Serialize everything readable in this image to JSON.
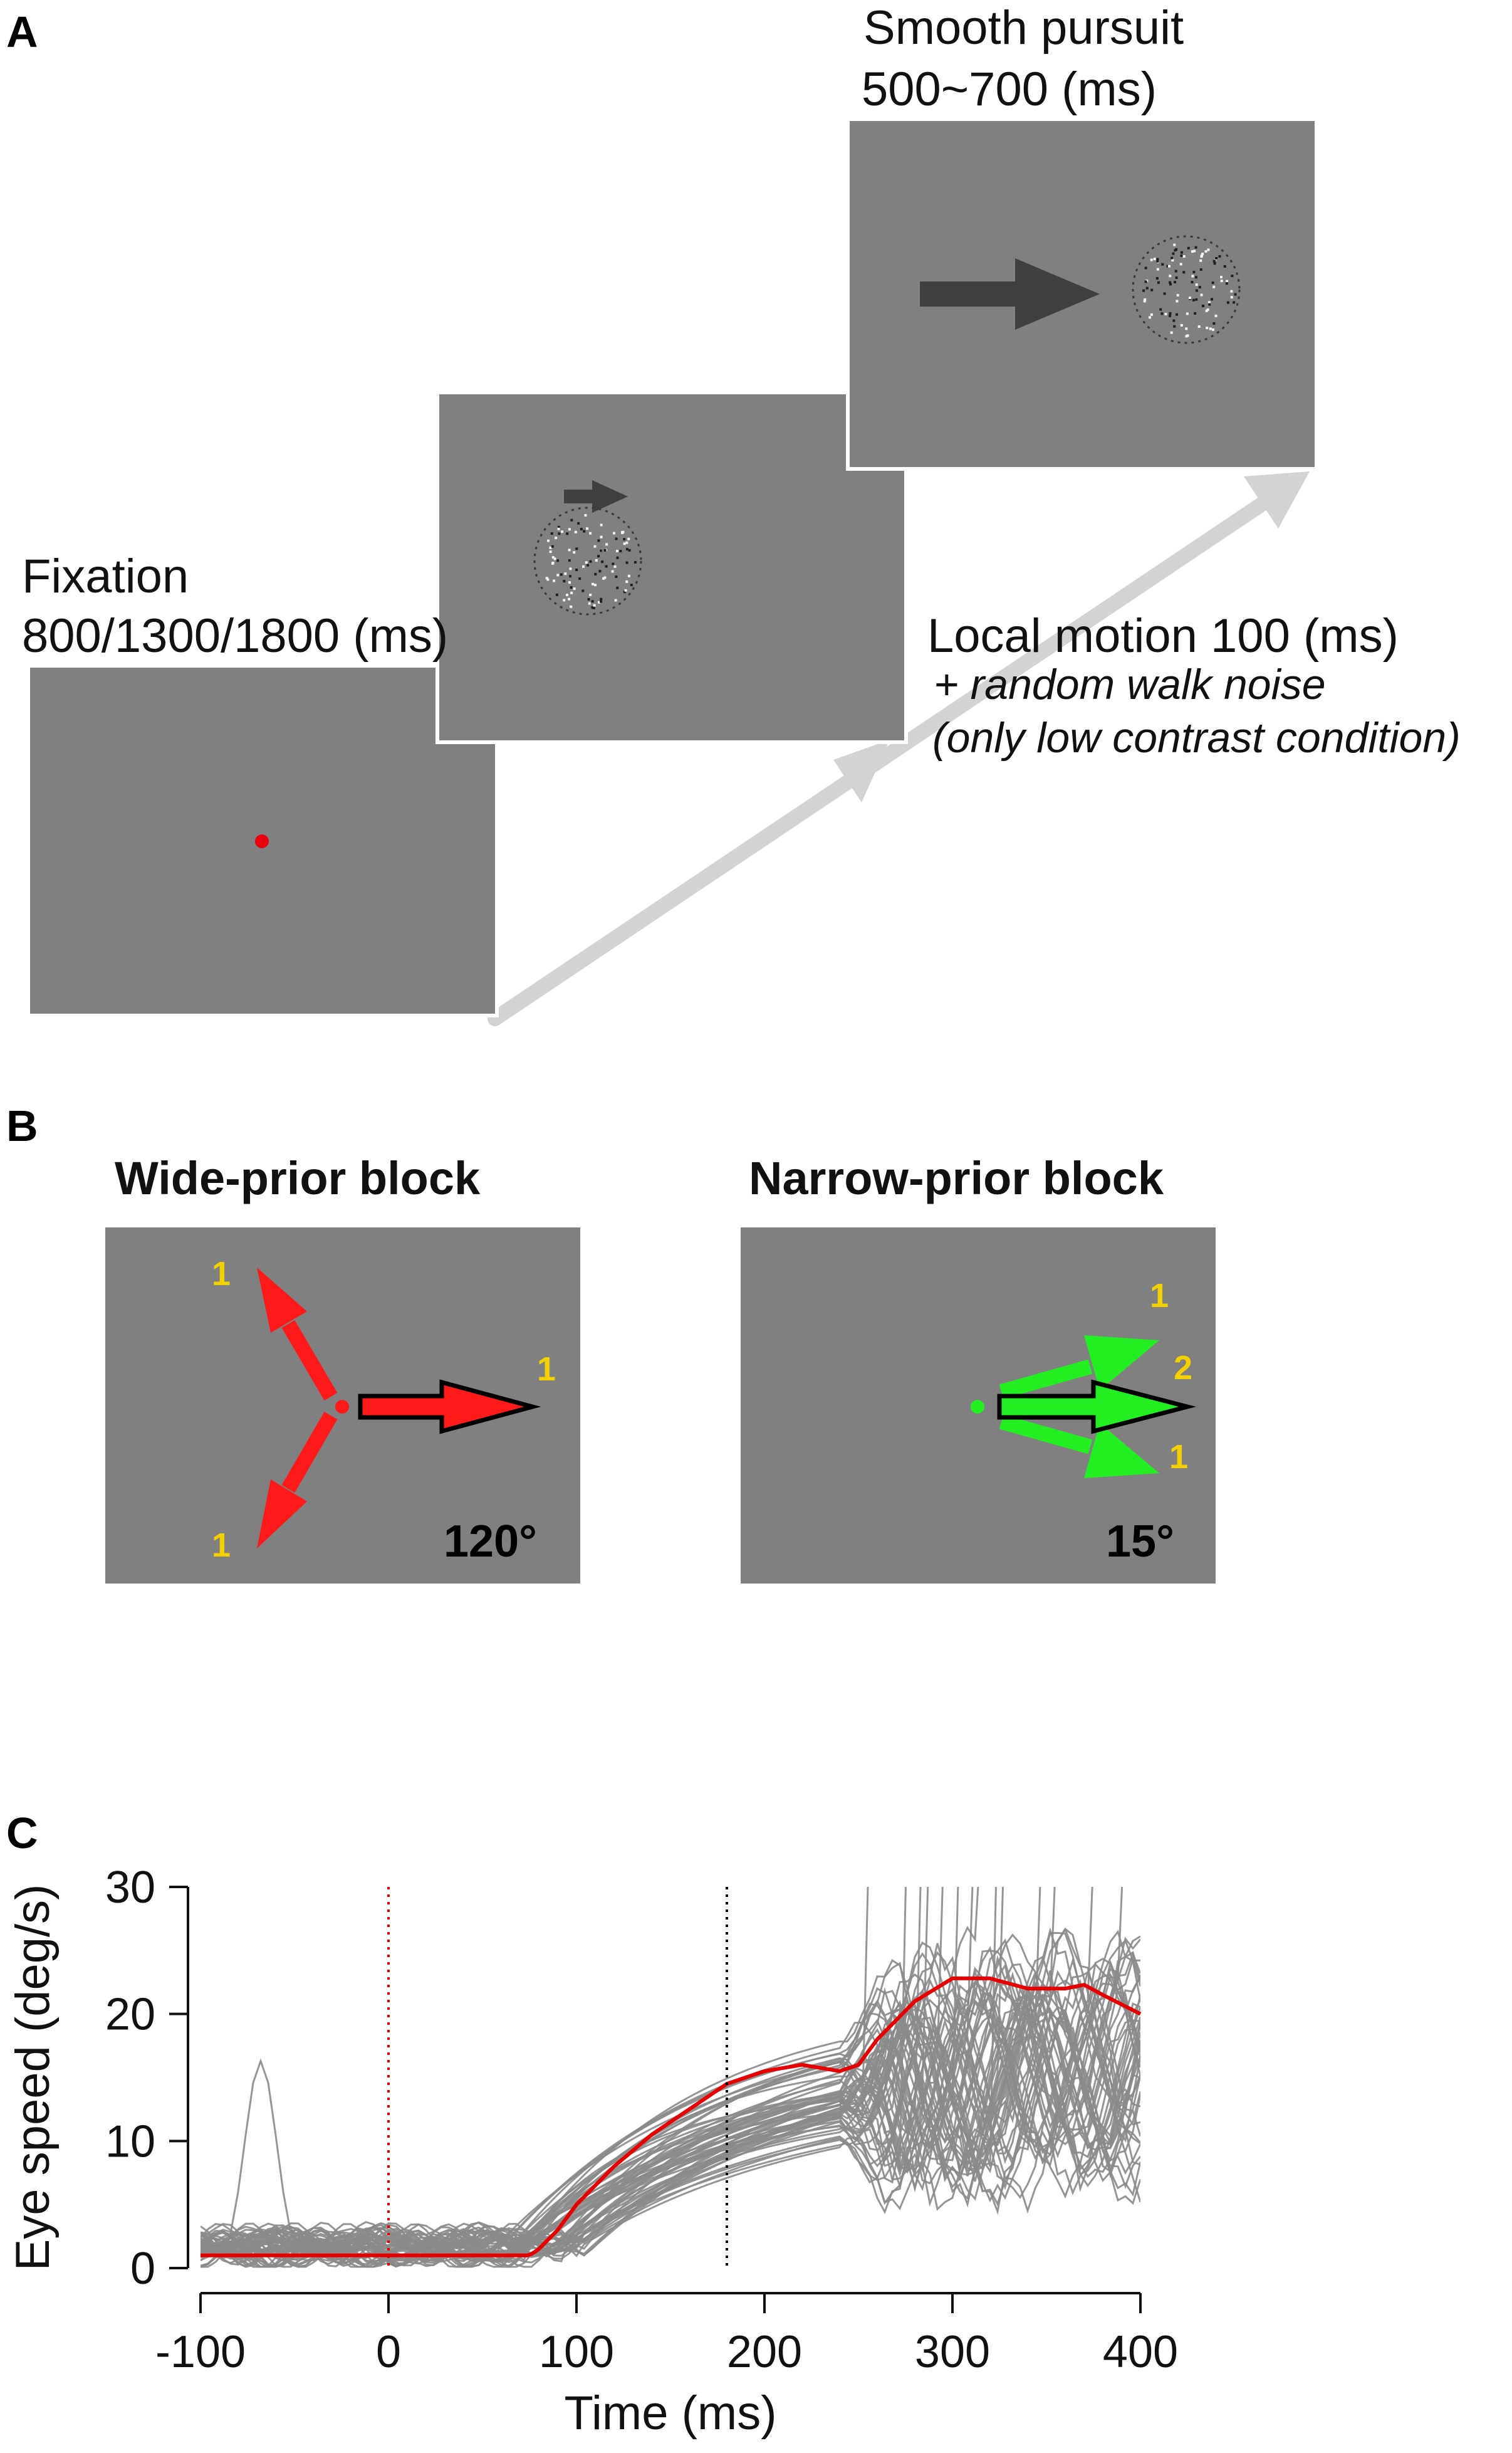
{
  "panels": {
    "a": {
      "label": "A",
      "fixation": {
        "title": "Fixation",
        "duration": "800/1300/1800 (ms)"
      },
      "pursuit": {
        "title": "Smooth pursuit",
        "duration": "500~700 (ms)"
      },
      "local_motion": {
        "title": "Local motion 100 (ms)",
        "noise": "+ random walk noise",
        "condition": "(only low contrast condition)"
      }
    },
    "b": {
      "label": "B",
      "wide": {
        "title": "Wide-prior block",
        "angle": "120°",
        "weights": [
          "1",
          "1",
          "1"
        ]
      },
      "narrow": {
        "title": "Narrow-prior block",
        "angle": "15°",
        "weights": [
          "1",
          "2",
          "1"
        ]
      }
    },
    "c": {
      "label": "C"
    }
  },
  "colors": {
    "screen_gray": "#808080",
    "fixation_red": "#e8000d",
    "arrow_red": "#ff1a1a",
    "arrow_green": "#22ee22",
    "weight_yellow": "#f5d000",
    "trial_gray": "#8a8a8a",
    "mean_red": "#e60000"
  },
  "chart_data": {
    "type": "line",
    "xlabel": "Time (ms)",
    "ylabel": "Eye speed (deg/s)",
    "xlim": [
      -100,
      400
    ],
    "ylim": [
      0,
      30
    ],
    "xticks": [
      "-100",
      "0",
      "100",
      "200",
      "300",
      "400"
    ],
    "yticks": [
      "0",
      "10",
      "20",
      "30"
    ],
    "vlines": [
      {
        "x": 0,
        "color": "#e60000",
        "style": "dotted"
      },
      {
        "x": 180,
        "color": "#000000",
        "style": "dotted"
      }
    ],
    "series": [
      {
        "role": "mean",
        "color": "#e60000",
        "x": [
          -100,
          -50,
          0,
          50,
          75,
          80,
          90,
          100,
          120,
          140,
          160,
          180,
          200,
          220,
          240,
          250,
          260,
          280,
          300,
          320,
          340,
          360,
          370,
          380,
          400
        ],
        "y": [
          1,
          1,
          1,
          1,
          1,
          1.5,
          3,
          5,
          8,
          10.5,
          12.5,
          14.5,
          15.5,
          16,
          15.5,
          16,
          18,
          21,
          22.8,
          22.8,
          22,
          22,
          22.3,
          21.5,
          20
        ]
      }
    ],
    "trials": {
      "color": "#8a8a8a",
      "count": 60,
      "description_free": true
    }
  }
}
